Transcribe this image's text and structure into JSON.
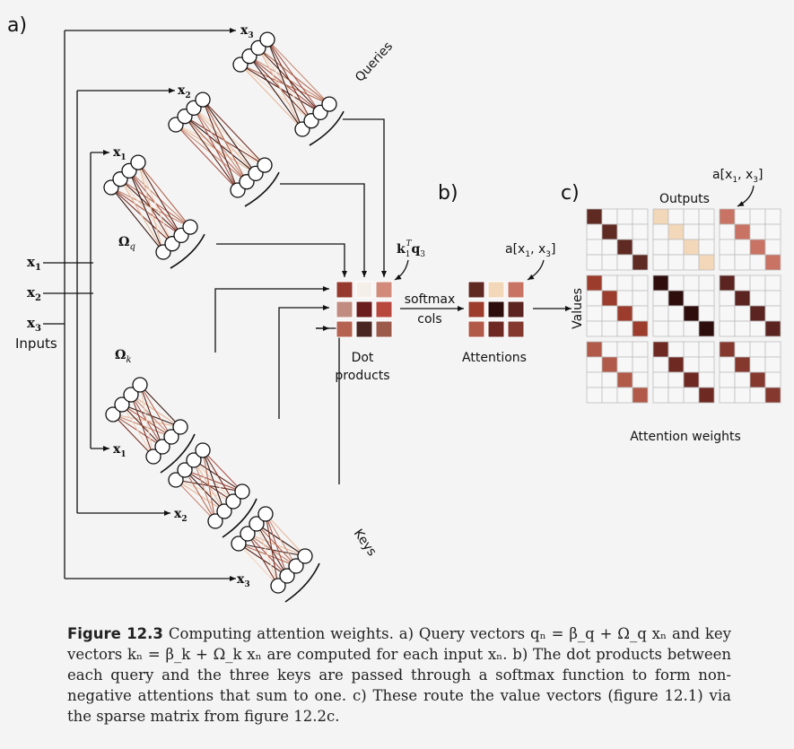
{
  "panel_labels": {
    "a": "a)",
    "b": "b)",
    "c": "c)"
  },
  "inputs": {
    "items": [
      "x",
      "x",
      "x"
    ],
    "subscripts": [
      "1",
      "2",
      "3"
    ],
    "title": "Inputs"
  },
  "queries": {
    "title": "Queries",
    "omega": "Ω",
    "omega_sub": "q",
    "x_labels": [
      "x",
      "x",
      "x"
    ],
    "x_subs": [
      "1",
      "2",
      "3"
    ]
  },
  "keys": {
    "title": "Keys",
    "omega": "Ω",
    "omega_sub": "k",
    "x_labels": [
      "x",
      "x",
      "x"
    ],
    "x_subs": [
      "1",
      "2",
      "3"
    ]
  },
  "dot_products": {
    "annotation": "k",
    "annotation_sup": "T",
    "annotation_sub": "1",
    "annotation_q": "q",
    "annotation_q_sub": "3",
    "label_line1": "Dot",
    "label_line2": "products",
    "colors": [
      "#96392e",
      "#f4efe8",
      "#d28b7a",
      "#c08c80",
      "#6b1c1c",
      "#b8473e",
      "#b56250",
      "#4a2622",
      "#9b5a4a"
    ]
  },
  "softmax": {
    "line1": "softmax",
    "line2": "cols"
  },
  "attentions": {
    "label": "Attentions",
    "annotation": "a[x",
    "annotation_tail": ", x",
    "annotation_sub1": "1",
    "annotation_sub2": "3",
    "annotation_close": "]",
    "colors": [
      "#5e2a22",
      "#f2d7b8",
      "#c87363",
      "#9c3c2c",
      "#2e0d0d",
      "#5c2420",
      "#b25a4a",
      "#6e2a22",
      "#85382e"
    ]
  },
  "attention_weights": {
    "outputs_label": "Outputs",
    "values_label": "Values",
    "bottom_label": "Attention weights",
    "annotation": "a[x",
    "annotation_tail": ", x",
    "annotation_sub1": "1",
    "annotation_sub2": "3",
    "annotation_close": "]",
    "block_colors": [
      [
        "#5e2a22",
        "#f2d7b8",
        "#c87363"
      ],
      [
        "#9c3c2c",
        "#2e0d0d",
        "#5c2420"
      ],
      [
        "#b25a4a",
        "#6e2a22",
        "#85382e"
      ]
    ]
  },
  "caption": {
    "label": "Figure 12.3",
    "text": "Computing attention weights. a) Query vectors qₙ = β_q + Ω_q xₙ and key vectors kₙ = β_k + Ω_k xₙ are computed for each input xₙ. b) The dot products between each query and the three keys are passed through a softmax function to form non-negative attentions that sum to one. c) These route the value vectors (figure 12.1) via the sparse matrix from figure 12.2c."
  }
}
